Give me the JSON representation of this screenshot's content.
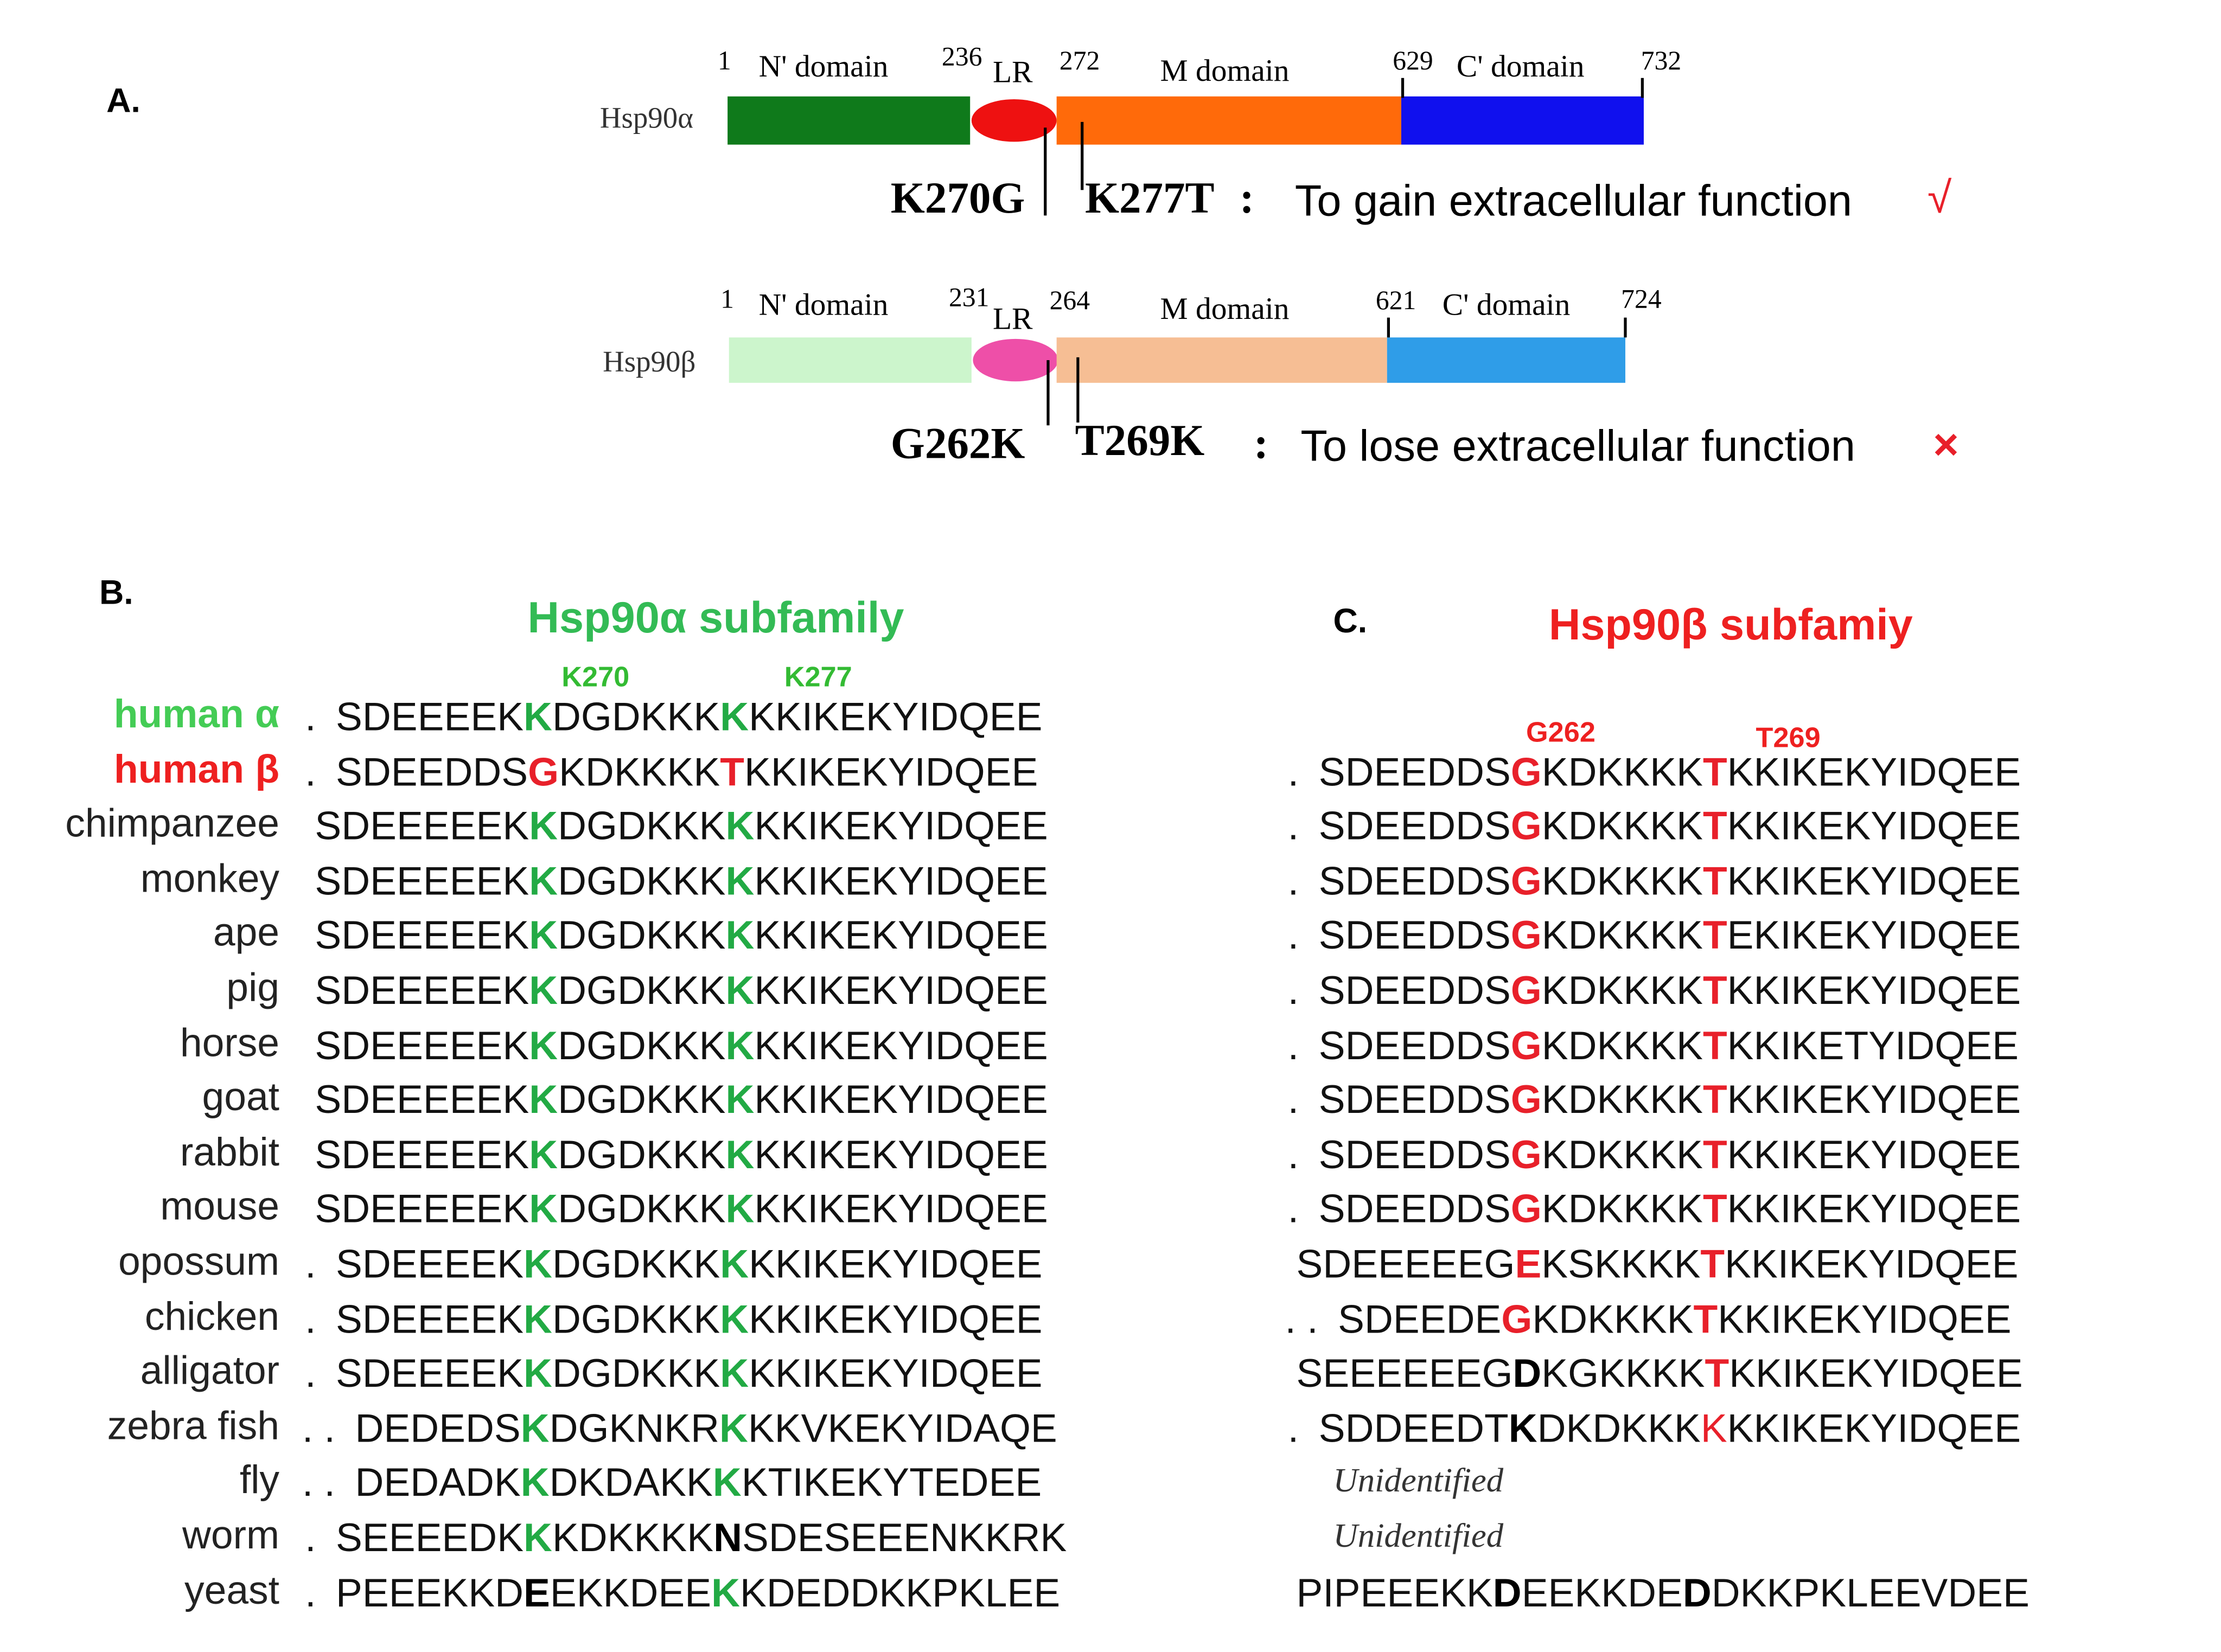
{
  "panels": {
    "a": "A.",
    "b": "B.",
    "c": "C."
  },
  "alpha": {
    "protein": "Hsp90α",
    "n_start": "1",
    "n_label": "N' domain",
    "lr_start": "236",
    "lr_label": "LR",
    "m_start": "272",
    "m_label": "M domain",
    "c_start": "629",
    "c_label": "C' domain",
    "end": "732",
    "colors": {
      "n": "#0f7a1b",
      "lr": "#ee1111",
      "m": "#ff6a0a",
      "c": "#1010ee"
    },
    "mut1": "K270G",
    "mut2": "K277T",
    "colon": ":",
    "function": "To gain extracellular function",
    "mark": "√"
  },
  "beta": {
    "protein": "Hsp90β",
    "n_start": "1",
    "n_label": "N' domain",
    "lr_start": "231",
    "lr_label": "LR",
    "m_start": "264",
    "m_label": "M domain",
    "c_start": "621",
    "c_label": "C' domain",
    "end": "724",
    "colors": {
      "n": "#ccf5cc",
      "lr": "#ee4fa8",
      "m": "#f6be94",
      "c": "#2f9de8"
    },
    "mut1": "G262K",
    "mut2": "T269K",
    "colon": ":",
    "function": "To lose extracellular function",
    "mark": "×"
  },
  "alignment_b": {
    "title": "Hsp90α subfamily",
    "site1": "K270",
    "site2": "K277",
    "rows": [
      {
        "species": "human α",
        "dots": ".",
        "seq": "SDEEEEKKDGDKKKKKKIKEKYIDQEE",
        "hl": {
          "7": "g",
          "14": "g"
        }
      },
      {
        "species": "human β",
        "dots": ".",
        "seq": "SDEEDDSGKDKKKKTKKIKEKYIDQEE",
        "hl": {
          "7": "r",
          "14": "r"
        }
      },
      {
        "species": "chimpanzee",
        "dots": "",
        "seq": "SDEEEEEKKDGDKKKKKKIKEKYIDQEE",
        "hl": {
          "8": "g",
          "15": "g"
        }
      },
      {
        "species": "monkey",
        "dots": "",
        "seq": "SDEEEEEKKDGDKKKKKKIKEKYIDQEE",
        "hl": {
          "8": "g",
          "15": "g"
        }
      },
      {
        "species": "ape",
        "dots": "",
        "seq": "SDEEEEEKKDGDKKKKKKIKEKYIDQEE",
        "hl": {
          "8": "g",
          "15": "g"
        }
      },
      {
        "species": "pig",
        "dots": "",
        "seq": "SDEEEEEKKDGDKKKKKKIKEKYIDQEE",
        "hl": {
          "8": "g",
          "15": "g"
        }
      },
      {
        "species": "horse",
        "dots": "",
        "seq": "SDEEEEEKKDGDKKKKKKIKEKYIDQEE",
        "hl": {
          "8": "g",
          "15": "g"
        }
      },
      {
        "species": "goat",
        "dots": "",
        "seq": "SDEEEEEKKDGDKKKKKKIKEKYIDQEE",
        "hl": {
          "8": "g",
          "15": "g"
        }
      },
      {
        "species": "rabbit",
        "dots": "",
        "seq": "SDEEEEEKKDGDKKKKKKIKEKYIDQEE",
        "hl": {
          "8": "g",
          "15": "g"
        }
      },
      {
        "species": "mouse",
        "dots": "",
        "seq": "SDEEEEEKKDGDKKKKKKIKEKYIDQEE",
        "hl": {
          "8": "g",
          "15": "g"
        }
      },
      {
        "species": "opossum",
        "dots": ".",
        "seq": "SDEEEEKKDGDKKKKKKIKEKYIDQEE",
        "hl": {
          "7": "g",
          "14": "g"
        }
      },
      {
        "species": "chicken",
        "dots": ".",
        "seq": "SDEEEEKKDGDKKKKKKIKEKYIDQEE",
        "hl": {
          "7": "g",
          "14": "g"
        }
      },
      {
        "species": "alligator",
        "dots": ".",
        "seq": "SDEEEEKKDGDKKKKKKIKEKYIDQEE",
        "hl": {
          "7": "g",
          "14": "g"
        }
      },
      {
        "species": "zebra fish",
        "dots": ". .",
        "seq": "DEDEDSKDGKNKRKKKVKEKYIDAQE",
        "hl": {
          "6": "g",
          "13": "g"
        }
      },
      {
        "species": "fly",
        "dots": ". .",
        "seq": "DEDADKKDKDAKKKKTIKEKYTEDEE",
        "hl": {
          "6": "g",
          "13": "g"
        }
      },
      {
        "species": "worm",
        "dots": ".",
        "seq": "SEEEEDKKKDKKKKNSDESEEENKKRK",
        "hl": {
          "7": "g",
          "14": "b"
        }
      },
      {
        "species": "yeast",
        "dots": ".",
        "seq": "PEEEKKDEEKKDEEKKDEDDKKPKLEE",
        "hl": {
          "7": "b",
          "14": "g"
        }
      }
    ]
  },
  "alignment_c": {
    "title": "Hsp90β subfamiy",
    "site1": "G262",
    "site2": "T269",
    "unidentified": "Unidentified",
    "rows": [
      {
        "dots": ".",
        "seq": "SDEEDDSGKDKKKKTKKIKEKYIDQEE",
        "hl": {
          "7": "r",
          "14": "r"
        }
      },
      {
        "dots": ".",
        "seq": "SDEEDDSGKDKKKKTKKIKEKYIDQEE",
        "hl": {
          "7": "r",
          "14": "r"
        }
      },
      {
        "dots": ".",
        "seq": "SDEEDDSGKDKKKKTKKIKEKYIDQEE",
        "hl": {
          "7": "r",
          "14": "r"
        }
      },
      {
        "dots": ".",
        "seq": "SDEEDDSGKDKKKKTEKIKEKYIDQEE",
        "hl": {
          "7": "r",
          "14": "r"
        }
      },
      {
        "dots": ".",
        "seq": "SDEEDDSGKDKKKKTKKIKEKYIDQEE",
        "hl": {
          "7": "r",
          "14": "r"
        }
      },
      {
        "dots": ".",
        "seq": "SDEEDDSGKDKKKKTKKIKETYIDQEE",
        "hl": {
          "7": "r",
          "14": "r"
        }
      },
      {
        "dots": ".",
        "seq": "SDEEDDSGKDKKKKTKKIKEKYIDQEE",
        "hl": {
          "7": "r",
          "14": "r"
        }
      },
      {
        "dots": ".",
        "seq": "SDEEDDSGKDKKKKTKKIKEKYIDQEE",
        "hl": {
          "7": "r",
          "14": "r"
        }
      },
      {
        "dots": ".",
        "seq": "SDEEDDSGKDKKKKTKKIKEKYIDQEE",
        "hl": {
          "7": "r",
          "14": "r"
        }
      },
      {
        "dots": "",
        "seq": "SDEEEEEGEKSKKKKTKKIKEKYIDQEE",
        "hl": {
          "8": "r",
          "15": "r"
        }
      },
      {
        "dots": ". .",
        "seq": "SDEEDEGKDKKKKTKKIKEKYIDQEE",
        "hl": {
          "6": "r",
          "13": "r"
        }
      },
      {
        "dots": "",
        "seq": "SEEEEEEGDKGKKKKTKKIKEKYIDQEE",
        "hl": {
          "8": "b",
          "15": "r"
        }
      },
      {
        "dots": ".",
        "seq": "SDDEEDTKDKDKKKKKKIKEKYIDQEE",
        "hl": {
          "7": "b",
          "14": "rp"
        }
      },
      {
        "unidentified": true
      },
      {
        "unidentified": true
      },
      {
        "dots": "",
        "seq": "PIPEEEKKDEEKKDEDDKKPKLEEVDEE",
        "hl": {
          "8": "b",
          "15": "b"
        }
      }
    ]
  }
}
